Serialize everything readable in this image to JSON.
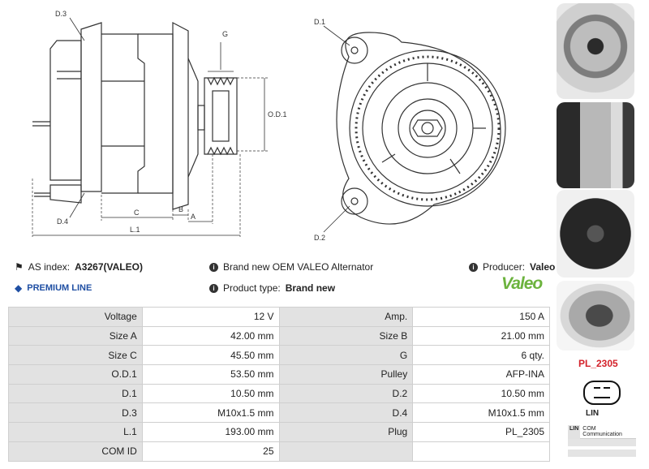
{
  "drawing_labels": {
    "d3": "D.3",
    "d4": "D.4",
    "g": "G",
    "od1": "O.D.1",
    "c": "C",
    "b": "B",
    "a": "A",
    "l1": "L.1",
    "d1": "D.1",
    "d2": "D.2"
  },
  "info": {
    "as_index_label": "AS index:",
    "as_index_value": "A3267(VALEO)",
    "premium_line": "PREMIUM LINE",
    "description": "Brand new OEM VALEO Alternator",
    "product_type_label": "Product type:",
    "product_type_value": "Brand new",
    "producer_label": "Producer:",
    "producer_value": "Valeo",
    "brand_logo": "Valeo"
  },
  "specs": [
    {
      "l1": "Voltage",
      "v1": "12 V",
      "l2": "Amp.",
      "v2": "150 A"
    },
    {
      "l1": "Size A",
      "v1": "42.00 mm",
      "l2": "Size B",
      "v2": "21.00 mm"
    },
    {
      "l1": "Size C",
      "v1": "45.50 mm",
      "l2": "G",
      "v2": "6 qty."
    },
    {
      "l1": "O.D.1",
      "v1": "53.50 mm",
      "l2": "Pulley",
      "v2": "AFP-INA"
    },
    {
      "l1": "D.1",
      "v1": "10.50 mm",
      "l2": "D.2",
      "v2": "10.50 mm"
    },
    {
      "l1": "D.3",
      "v1": "M10x1.5 mm",
      "l2": "D.4",
      "v2": "M10x1.5 mm"
    },
    {
      "l1": "L.1",
      "v1": "193.00 mm",
      "l2": "Plug",
      "v2": "PL_2305"
    },
    {
      "l1": "COM ID",
      "v1": "25",
      "l2": "",
      "v2": ""
    }
  ],
  "plug": {
    "code": "PL_2305",
    "connector_label": "LIN",
    "com_key": "LIN",
    "com_text": "COM Communication"
  },
  "colors": {
    "plug_code": "#d3212a",
    "premium": "#1f4fa3",
    "brand": "#6cb33e",
    "label_cell": "#e2e2e2"
  }
}
